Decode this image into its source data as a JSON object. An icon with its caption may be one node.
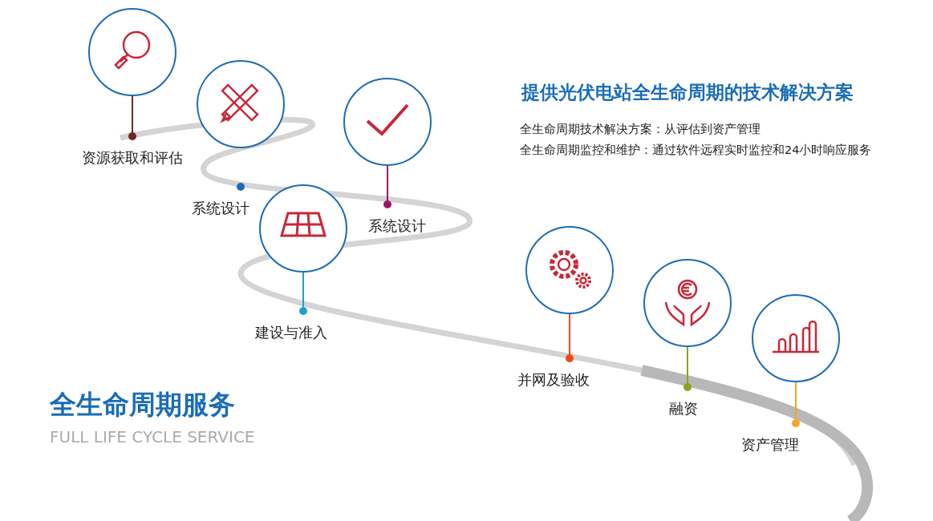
{
  "diagram": {
    "title": "提供光伏电站全生命周期的技术解决方案",
    "nodes": [
      {
        "text": [],
        "shape": "picture"
      },
      {
        "text": [
          "资源获取和评估"
        ]
      },
      {
        "text": [],
        "shape": "picture"
      },
      {
        "text": [
          "系统设计"
        ]
      },
      {
        "text": [],
        "shape": "picture"
      },
      {
        "text": [
          "系统设计"
        ]
      },
      {
        "text": [],
        "shape": "picture"
      },
      {
        "text": [
          "建设与准入"
        ]
      },
      {
        "text": [],
        "shape": "picture"
      },
      {
        "text": [
          "并网及验收"
        ]
      },
      {
        "text": [],
        "shape": "picture"
      },
      {
        "text": [
          "融资"
        ]
      },
      {
        "text": [],
        "shape": "picture"
      },
      {
        "text": [
          "资产管理"
        ]
      }
    ],
    "edges": [
      {
        "from": 0,
        "to": 1,
        "arrow": "none",
        "color": "#6b2a22"
      },
      {
        "from": 4,
        "to": 5,
        "arrow": "none",
        "color": "#a0136c"
      },
      {
        "from": 6,
        "to": 7,
        "arrow": "none",
        "color": "#1aa3c8"
      },
      {
        "from": 8,
        "to": 9,
        "arrow": "none",
        "color": "#f04a14"
      },
      {
        "from": 10,
        "to": 11,
        "arrow": "none",
        "color": "#86a51a"
      },
      {
        "from": 12,
        "to": 13,
        "arrow": "none",
        "color": "#f5a623"
      }
    ],
    "labels": [
      "全生命周期技术解决方案：从评估到资产管理",
      "全生命周期监控和维护：通过软件远程实时监控和24小时响应服务",
      "全生命周期服务",
      "FULL LIFE CYCLE SERVICE"
    ]
  }
}
